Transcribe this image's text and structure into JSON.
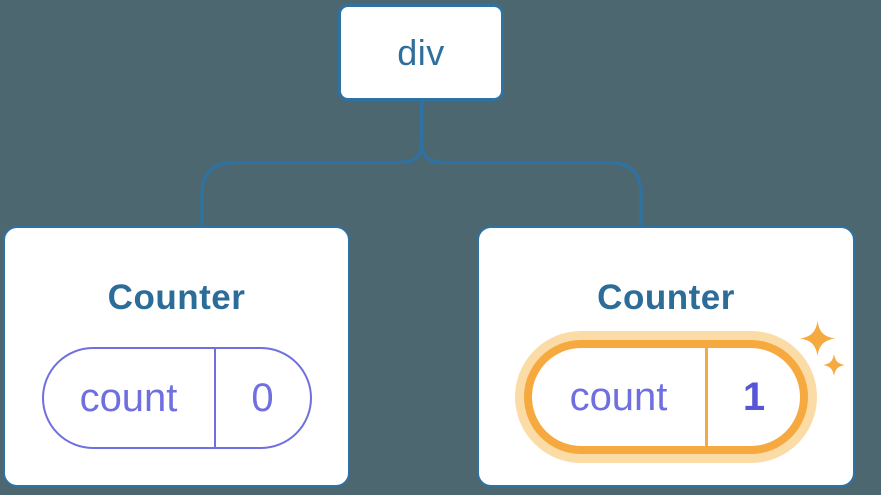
{
  "colors": {
    "background": "#4D6771",
    "tree_line_blue": "#2E72A3",
    "node_text_blue": "#2F6F9E",
    "component_title_blue": "#2C6C99",
    "state_purple": "#6F6FE0",
    "state_value_bold_purple": "#5756D6",
    "highlight_orange": "#F6A93F",
    "highlight_glow_orange": "#FBDCA6",
    "card_background": "#FFFFFF"
  },
  "tree": {
    "root": {
      "label": "div"
    },
    "children": [
      {
        "title": "Counter",
        "state_key": "count",
        "state_value": "0",
        "highlighted": false
      },
      {
        "title": "Counter",
        "state_key": "count",
        "state_value": "1",
        "highlighted": true
      }
    ]
  },
  "icons": {
    "highlight_sparkles": "sparkle-icon"
  }
}
